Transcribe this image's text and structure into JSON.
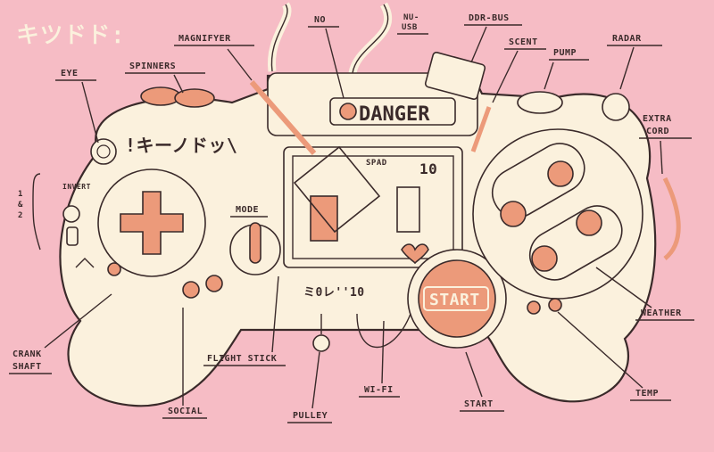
{
  "title": "キツドド:",
  "labels": {
    "eye": "EYE",
    "spinners": "SPINNERS",
    "magnifyer": "MAGNIFYER",
    "no": "NO",
    "nu_usb": "NU-\nUSB",
    "ddr_bus": "DDR-BUS",
    "scent": "SCENT",
    "pump": "PUMP",
    "radar": "RADAR",
    "extra_cord": "EXTRA\nCORD",
    "invert": "INVERT",
    "one_two": "1\n&\n2",
    "mode": "MODE",
    "crank_shaft": "CRANK\nSHAFT",
    "social": "SOCIAL",
    "flight_stick": "FLIGHT STICK",
    "pulley": "PULLEY",
    "wifi": "WI-FI",
    "start_label": "START",
    "weather": "WEATHER",
    "temp": "TEMP"
  },
  "controller": {
    "danger_text": "DANGER",
    "start_button": "START",
    "brand_text": "!キーノドッ\\",
    "screen_score": "10",
    "screen_top": "SPAD",
    "lcd_text": "ミ0レ''10"
  },
  "colors": {
    "background": "#f6bcc5",
    "body": "#fbf1dd",
    "accent": "#ec9a7a",
    "ink": "#3a2a2a"
  }
}
